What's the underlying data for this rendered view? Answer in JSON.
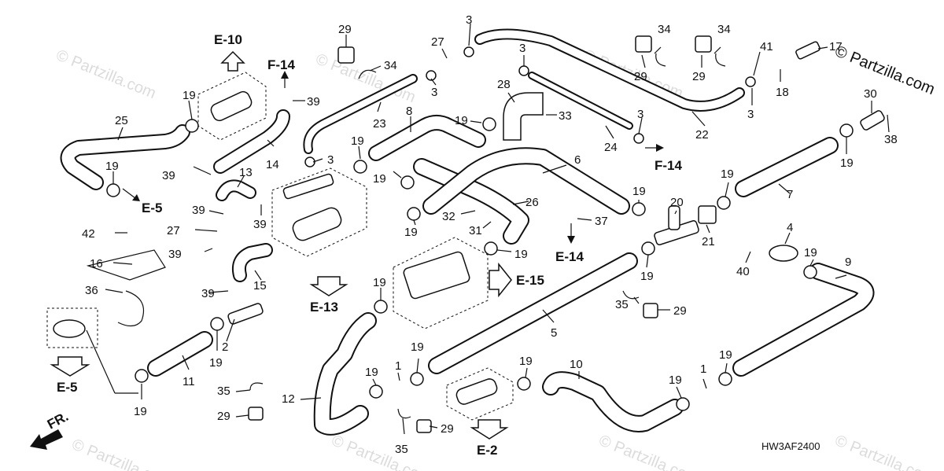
{
  "watermark": "© Partzilla.com",
  "copyright": "© Partzilla.com",
  "diagram_code": "HW3AF2400",
  "direction_label": "FR.",
  "refs": {
    "e10": "E-10",
    "f14_a": "F-14",
    "f14_b": "F-14",
    "e5_a": "E-5",
    "e5_b": "E-5",
    "e13": "E-13",
    "e14": "E-14",
    "e15": "E-15",
    "e2": "E-2"
  },
  "callouts": {
    "c1a": "1",
    "c1b": "1",
    "c2": "2",
    "c3a": "3",
    "c3b": "3",
    "c3c": "3",
    "c3d": "3",
    "c3e": "3",
    "c3f": "3",
    "c4": "4",
    "c5": "5",
    "c6": "6",
    "c7": "7",
    "c8": "8",
    "c9": "9",
    "c10": "10",
    "c11": "11",
    "c12": "12",
    "c13": "13",
    "c14": "14",
    "c15": "15",
    "c16": "16",
    "c17": "17",
    "c18": "18",
    "c19a": "19",
    "c19b": "19",
    "c19c": "19",
    "c19d": "19",
    "c19e": "19",
    "c19f": "19",
    "c19g": "19",
    "c19h": "19",
    "c19i": "19",
    "c19j": "19",
    "c19k": "19",
    "c19l": "19",
    "c19m": "19",
    "c19n": "19",
    "c19o": "19",
    "c19p": "19",
    "c19q": "19",
    "c19r": "19",
    "c19s": "19",
    "c20": "20",
    "c21": "21",
    "c22": "22",
    "c23": "23",
    "c24": "24",
    "c25": "25",
    "c26": "26",
    "c27a": "27",
    "c27b": "27",
    "c28": "28",
    "c29a": "29",
    "c29b": "29",
    "c29c": "29",
    "c29d": "29",
    "c29e": "29",
    "c29f": "29",
    "c30": "30",
    "c31": "31",
    "c32": "32",
    "c33": "33",
    "c34a": "34",
    "c34b": "34",
    "c34c": "34",
    "c35a": "35",
    "c35b": "35",
    "c35c": "35",
    "c36": "36",
    "c37": "37",
    "c38": "38",
    "c39a": "39",
    "c39b": "39",
    "c39c": "39",
    "c39d": "39",
    "c39e": "39",
    "c39f": "39",
    "c40": "40",
    "c41": "41",
    "c42": "42"
  },
  "colors": {
    "line": "#111111",
    "watermark": "#dcdcdc",
    "background": "#ffffff"
  }
}
